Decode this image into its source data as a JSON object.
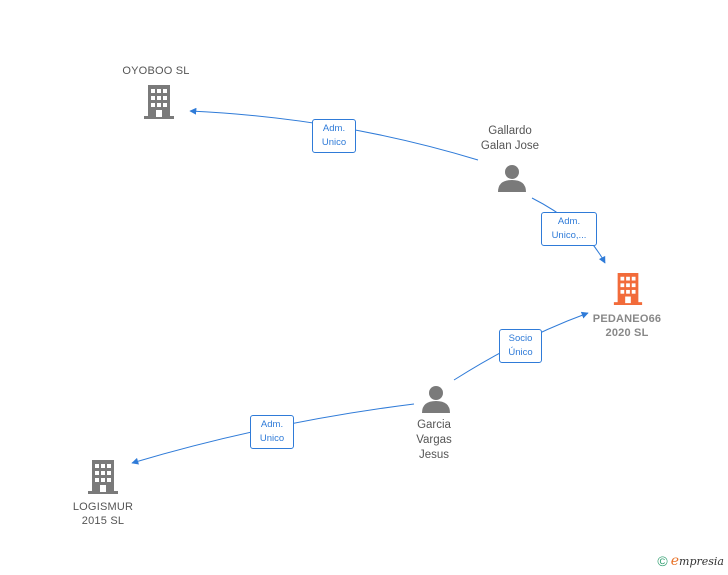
{
  "colors": {
    "edge": "#2f7bd8",
    "node": "#7a7a7a",
    "focus": "#f26b3a"
  },
  "nodes": {
    "oyoboo": {
      "label": "OYOBOO SL",
      "type": "company"
    },
    "gallardo": {
      "label_line1": "Gallardo",
      "label_line2": "Galan Jose",
      "type": "person"
    },
    "pedaneo": {
      "label_line1": "PEDANEO66",
      "label_line2": "2020  SL",
      "type": "company-focus"
    },
    "garcia": {
      "label_line1": "Garcia",
      "label_line2": "Vargas",
      "label_line3": "Jesus",
      "type": "person"
    },
    "logismur": {
      "label_line1": "LOGISMUR",
      "label_line2": "2015  SL",
      "type": "company"
    }
  },
  "edges": {
    "gallardo_oyoboo": {
      "line1": "Adm.",
      "line2": "Unico"
    },
    "gallardo_pedaneo": {
      "line1": "Adm.",
      "line2": "Unico,..."
    },
    "garcia_pedaneo": {
      "line1": "Socio",
      "line2": "Único"
    },
    "garcia_logismur": {
      "line1": "Adm.",
      "line2": "Unico"
    }
  },
  "brand": {
    "symbol": "©",
    "initial": "e",
    "rest": "mpresia"
  }
}
